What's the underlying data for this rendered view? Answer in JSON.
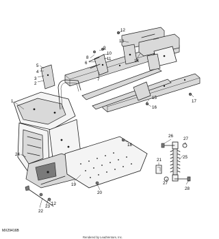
{
  "diagram": {
    "drawing_id": "MX29416B",
    "credit": "Rendered by LeadVenture, Inc.",
    "callouts": [
      "1",
      "2",
      "3",
      "4",
      "5",
      "6",
      "7",
      "8",
      "9",
      "10",
      "11",
      "12",
      "13",
      "14",
      "15",
      "16",
      "17",
      "18",
      "19",
      "20",
      "21",
      "22",
      "23",
      "24",
      "25",
      "26",
      "27",
      "28"
    ]
  }
}
